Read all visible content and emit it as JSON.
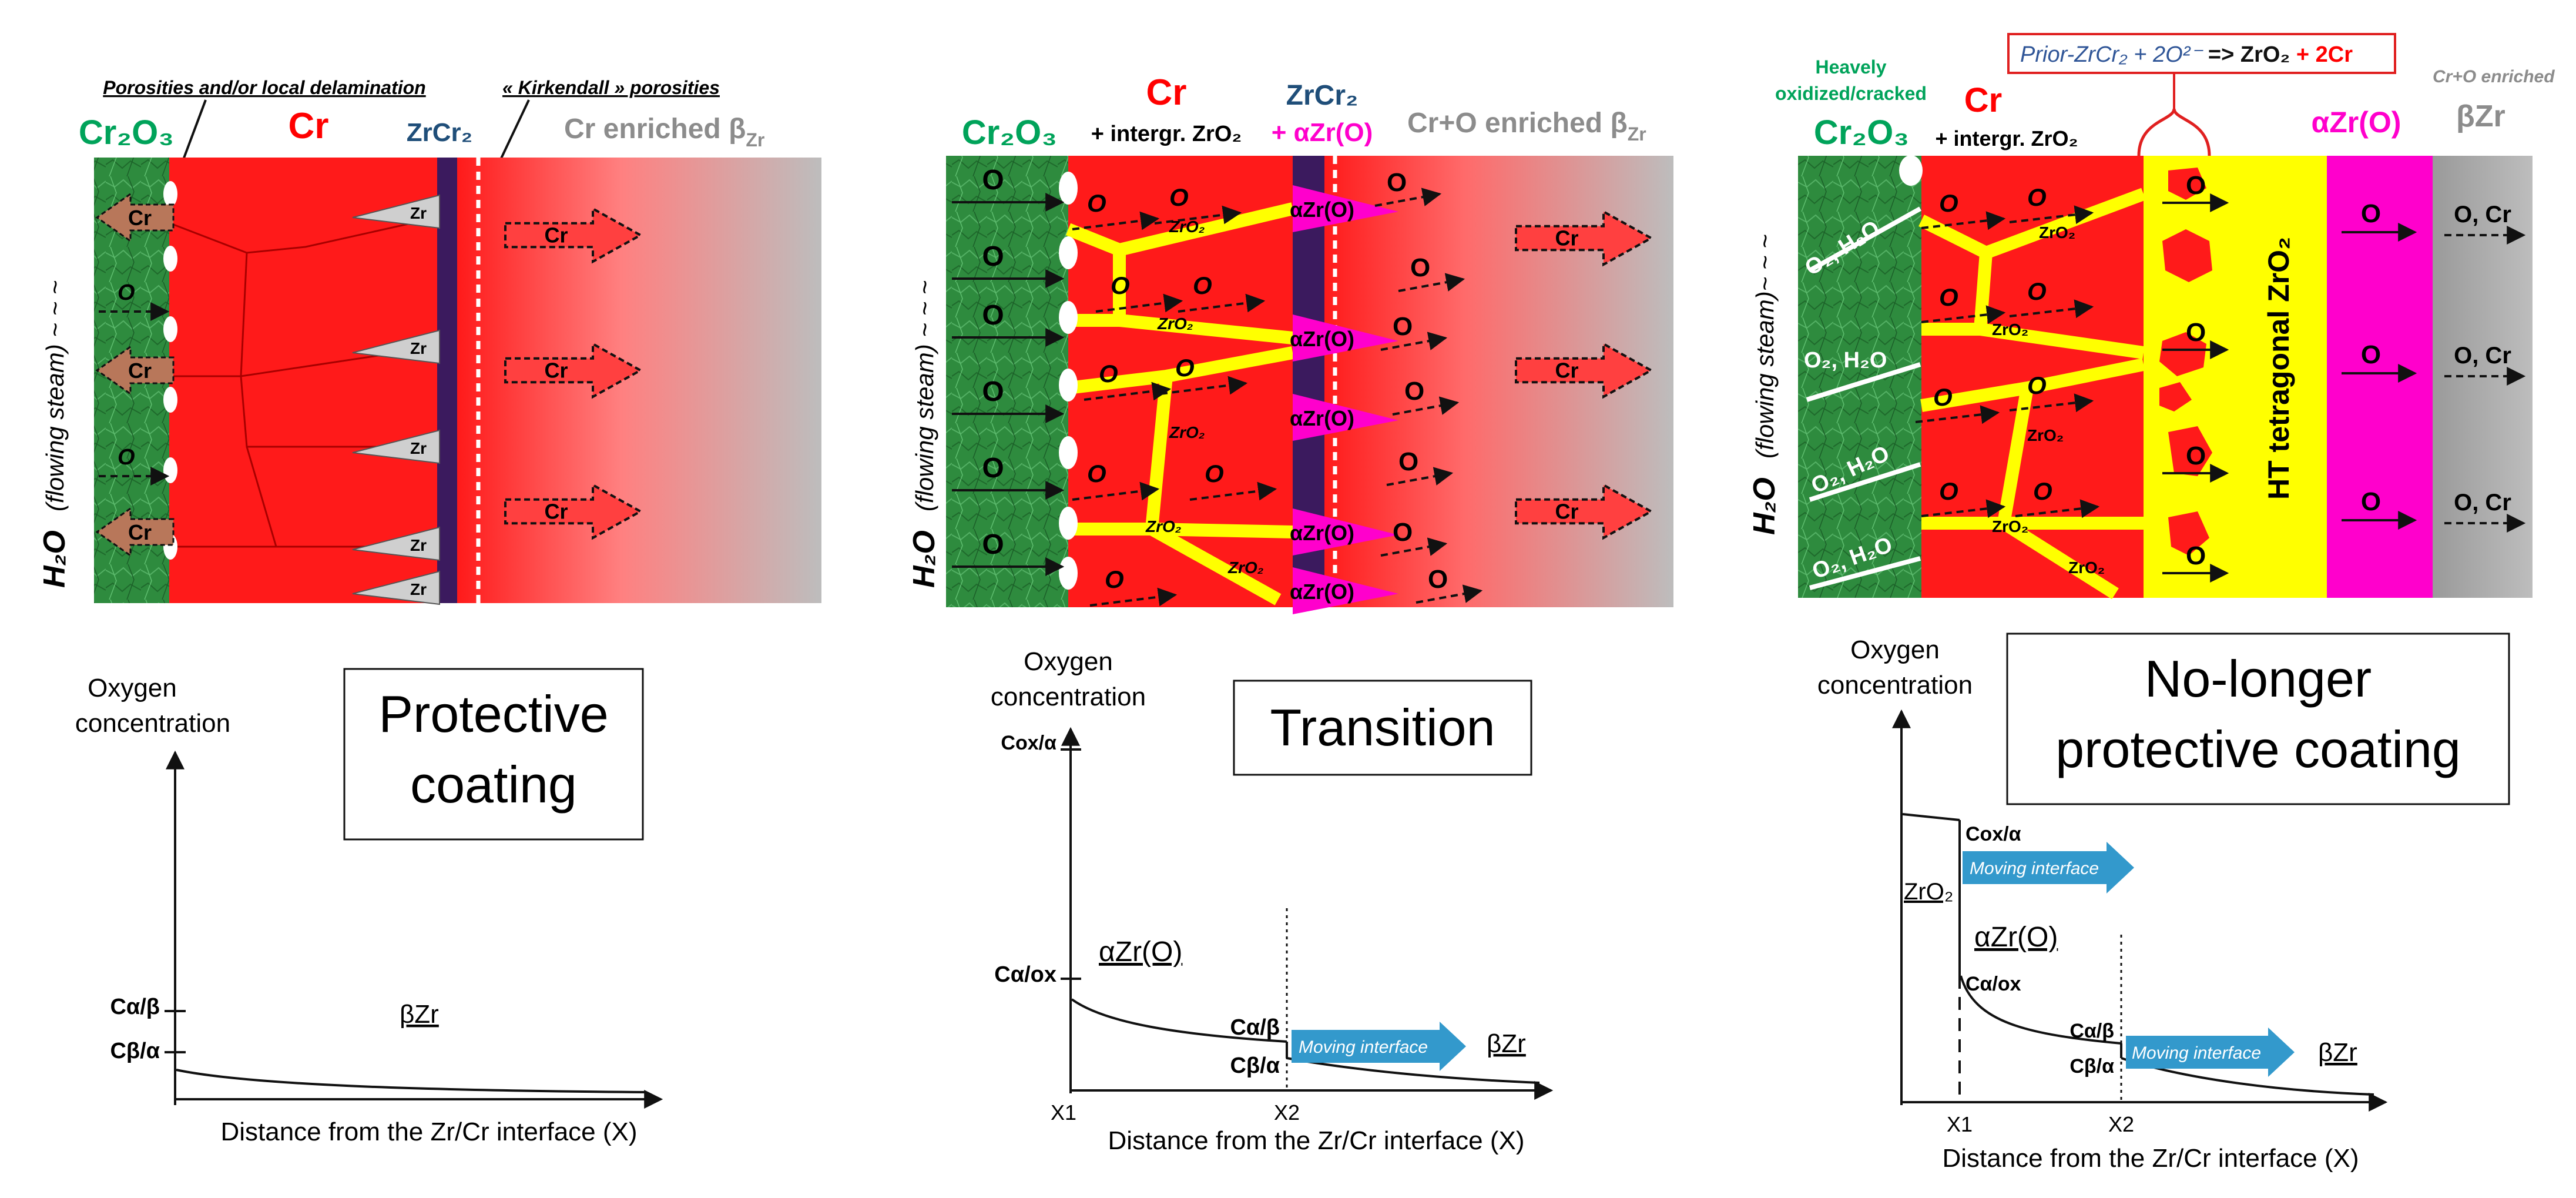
{
  "colors": {
    "oxide_green": "#2e8b3e",
    "chromium_red": "#ff1a1a",
    "zrcr2_purple": "#3b1a5e",
    "zro2_yellow": "#ffff00",
    "alpha_magenta": "#ff00cc",
    "beta_grey": "#bdbdbd",
    "arrow_brown": "#b8775a",
    "interface_blue": "#3399cc",
    "title_green": "#00a35a",
    "title_red": "#ff0000",
    "title_blue": "#1f4e79",
    "title_grey": "#8c8c8c",
    "title_magenta": "#ff00cc",
    "prior_blue": "#2f5597"
  },
  "panel1": {
    "callout_porosities": "Porosities and/or local delamination",
    "callout_kirkendall": "« Kirkendall » porosities",
    "hdr_cr2o3": "Cr₂O₃",
    "hdr_cr": "Cr",
    "hdr_zrcr2": "ZrCr₂",
    "hdr_beta_prefix": "Cr enriched β",
    "hdr_beta_sub": "Zr",
    "side_h2o": "H₂O",
    "side_steam": "(flowing steam) ~ ~ ~",
    "o_label": "O",
    "brown_arrow_label": "Cr",
    "zr_label": "Zr",
    "cr_arrow_label": "Cr",
    "box_title": "Protective coating",
    "box_line1": "Protective",
    "box_line2": "coating",
    "y_axis": "Oxygen concentration",
    "y_axis_l1": "Oxygen",
    "y_axis_l2": "concentration",
    "tick_ab": "Cα/β",
    "tick_ba": "Cβ/α",
    "phase_beta": "βZr",
    "x_axis": "Distance from the Zr/Cr interface (X)"
  },
  "panel2": {
    "hdr_cr2o3": "Cr₂O₃",
    "hdr_cr": "Cr",
    "hdr_cr_sub": "+ intergr. ZrO₂",
    "hdr_zrcr2": "ZrCr₂",
    "hdr_alpha": "+ αZr(O)",
    "hdr_beta_prefix": "Cr+O enriched β",
    "hdr_beta_sub": "Zr",
    "side_h2o": "H₂O",
    "side_steam": "(flowing steam) ~ ~ ~",
    "o_label": "O",
    "zro2_label": "ZrO₂",
    "alpha_label": "αZr(O)",
    "cr_arrow_label": "Cr",
    "box_title": "Transition",
    "y_axis_l1": "Oxygen",
    "y_axis_l2": "concentration",
    "tick_oxa": "Cox/α",
    "tick_aox": "Cα/ox",
    "tick_ab": "Cα/β",
    "tick_ba": "Cβ/α",
    "phase_alpha": "αZr(O)",
    "phase_beta": "βZr",
    "moving_interface": "Moving interface",
    "x1": "X1",
    "x2": "X2",
    "x_axis": "Distance from the Zr/Cr interface (X)"
  },
  "panel3": {
    "hdr_heavy_l1": "Heavely",
    "hdr_heavy_l2": "oxidized/cracked",
    "hdr_cr2o3": "Cr₂O₃",
    "hdr_cr": "Cr",
    "hdr_cr_sub": "+ intergr. ZrO₂",
    "hdr_prior_a": "Prior-ZrCr₂ + 2O²⁻",
    "hdr_prior_b": " => ZrO₂",
    "hdr_prior_c": " + 2Cr",
    "hdr_alpha": "αZr(O)",
    "hdr_crO_enriched": "Cr+O enriched",
    "hdr_beta": "βZr",
    "side_h2o": "H₂O",
    "side_steam": "(flowing steam)~ ~ ~",
    "o_h2o": "O₂, H₂O",
    "o_label": "O",
    "zro2_label": "ZrO₂",
    "ht_tetragonal": "HT tetragonal ZrO₂",
    "ocr_label": "O, Cr",
    "box_line1": "No-longer",
    "box_line2": "protective coating",
    "y_axis_l1": "Oxygen",
    "y_axis_l2": "concentration",
    "phase_zro2": "ZrO₂",
    "tick_oxa": "Cox/α",
    "tick_aox": "Cα/ox",
    "tick_ab": "Cα/β",
    "tick_ba": "Cβ/α",
    "phase_alpha": "αZr(O)",
    "phase_beta": "βZr",
    "moving_interface": "Moving interface",
    "x1": "X1",
    "x2": "X2",
    "x_axis": "Distance from the Zr/Cr interface (X)"
  }
}
